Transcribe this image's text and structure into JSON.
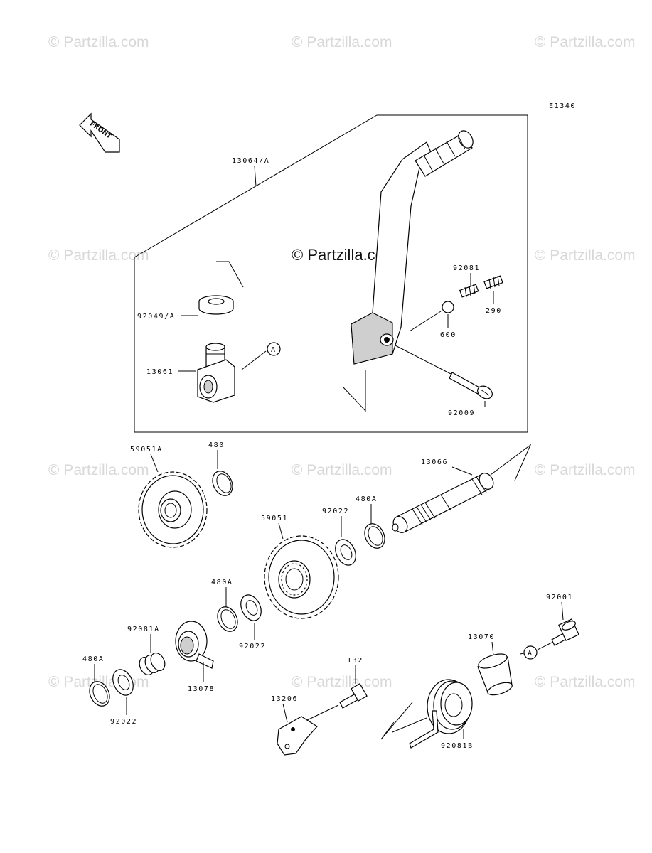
{
  "diagram": {
    "code": "E1340",
    "front_arrow_text": "FRONT",
    "watermark_center": "© Partzilla.com",
    "watermark_tile": "© Partzilla.com",
    "callout_letter": "A",
    "labels": {
      "13064A": "13064/A",
      "92049A": "92049/A",
      "13061": "13061",
      "92081": "92081",
      "290": "290",
      "600": "600",
      "92009": "92009",
      "59051A": "59051A",
      "480": "480",
      "13066": "13066",
      "59051": "59051",
      "92022a": "92022",
      "480Aa": "480A",
      "480Ab": "480A",
      "92022b": "92022",
      "92081A": "92081A",
      "13078": "13078",
      "480Ac": "480A",
      "92022c": "92022",
      "132": "132",
      "13206": "13206",
      "92001": "92001",
      "13070": "13070",
      "92081B": "92081B"
    }
  }
}
